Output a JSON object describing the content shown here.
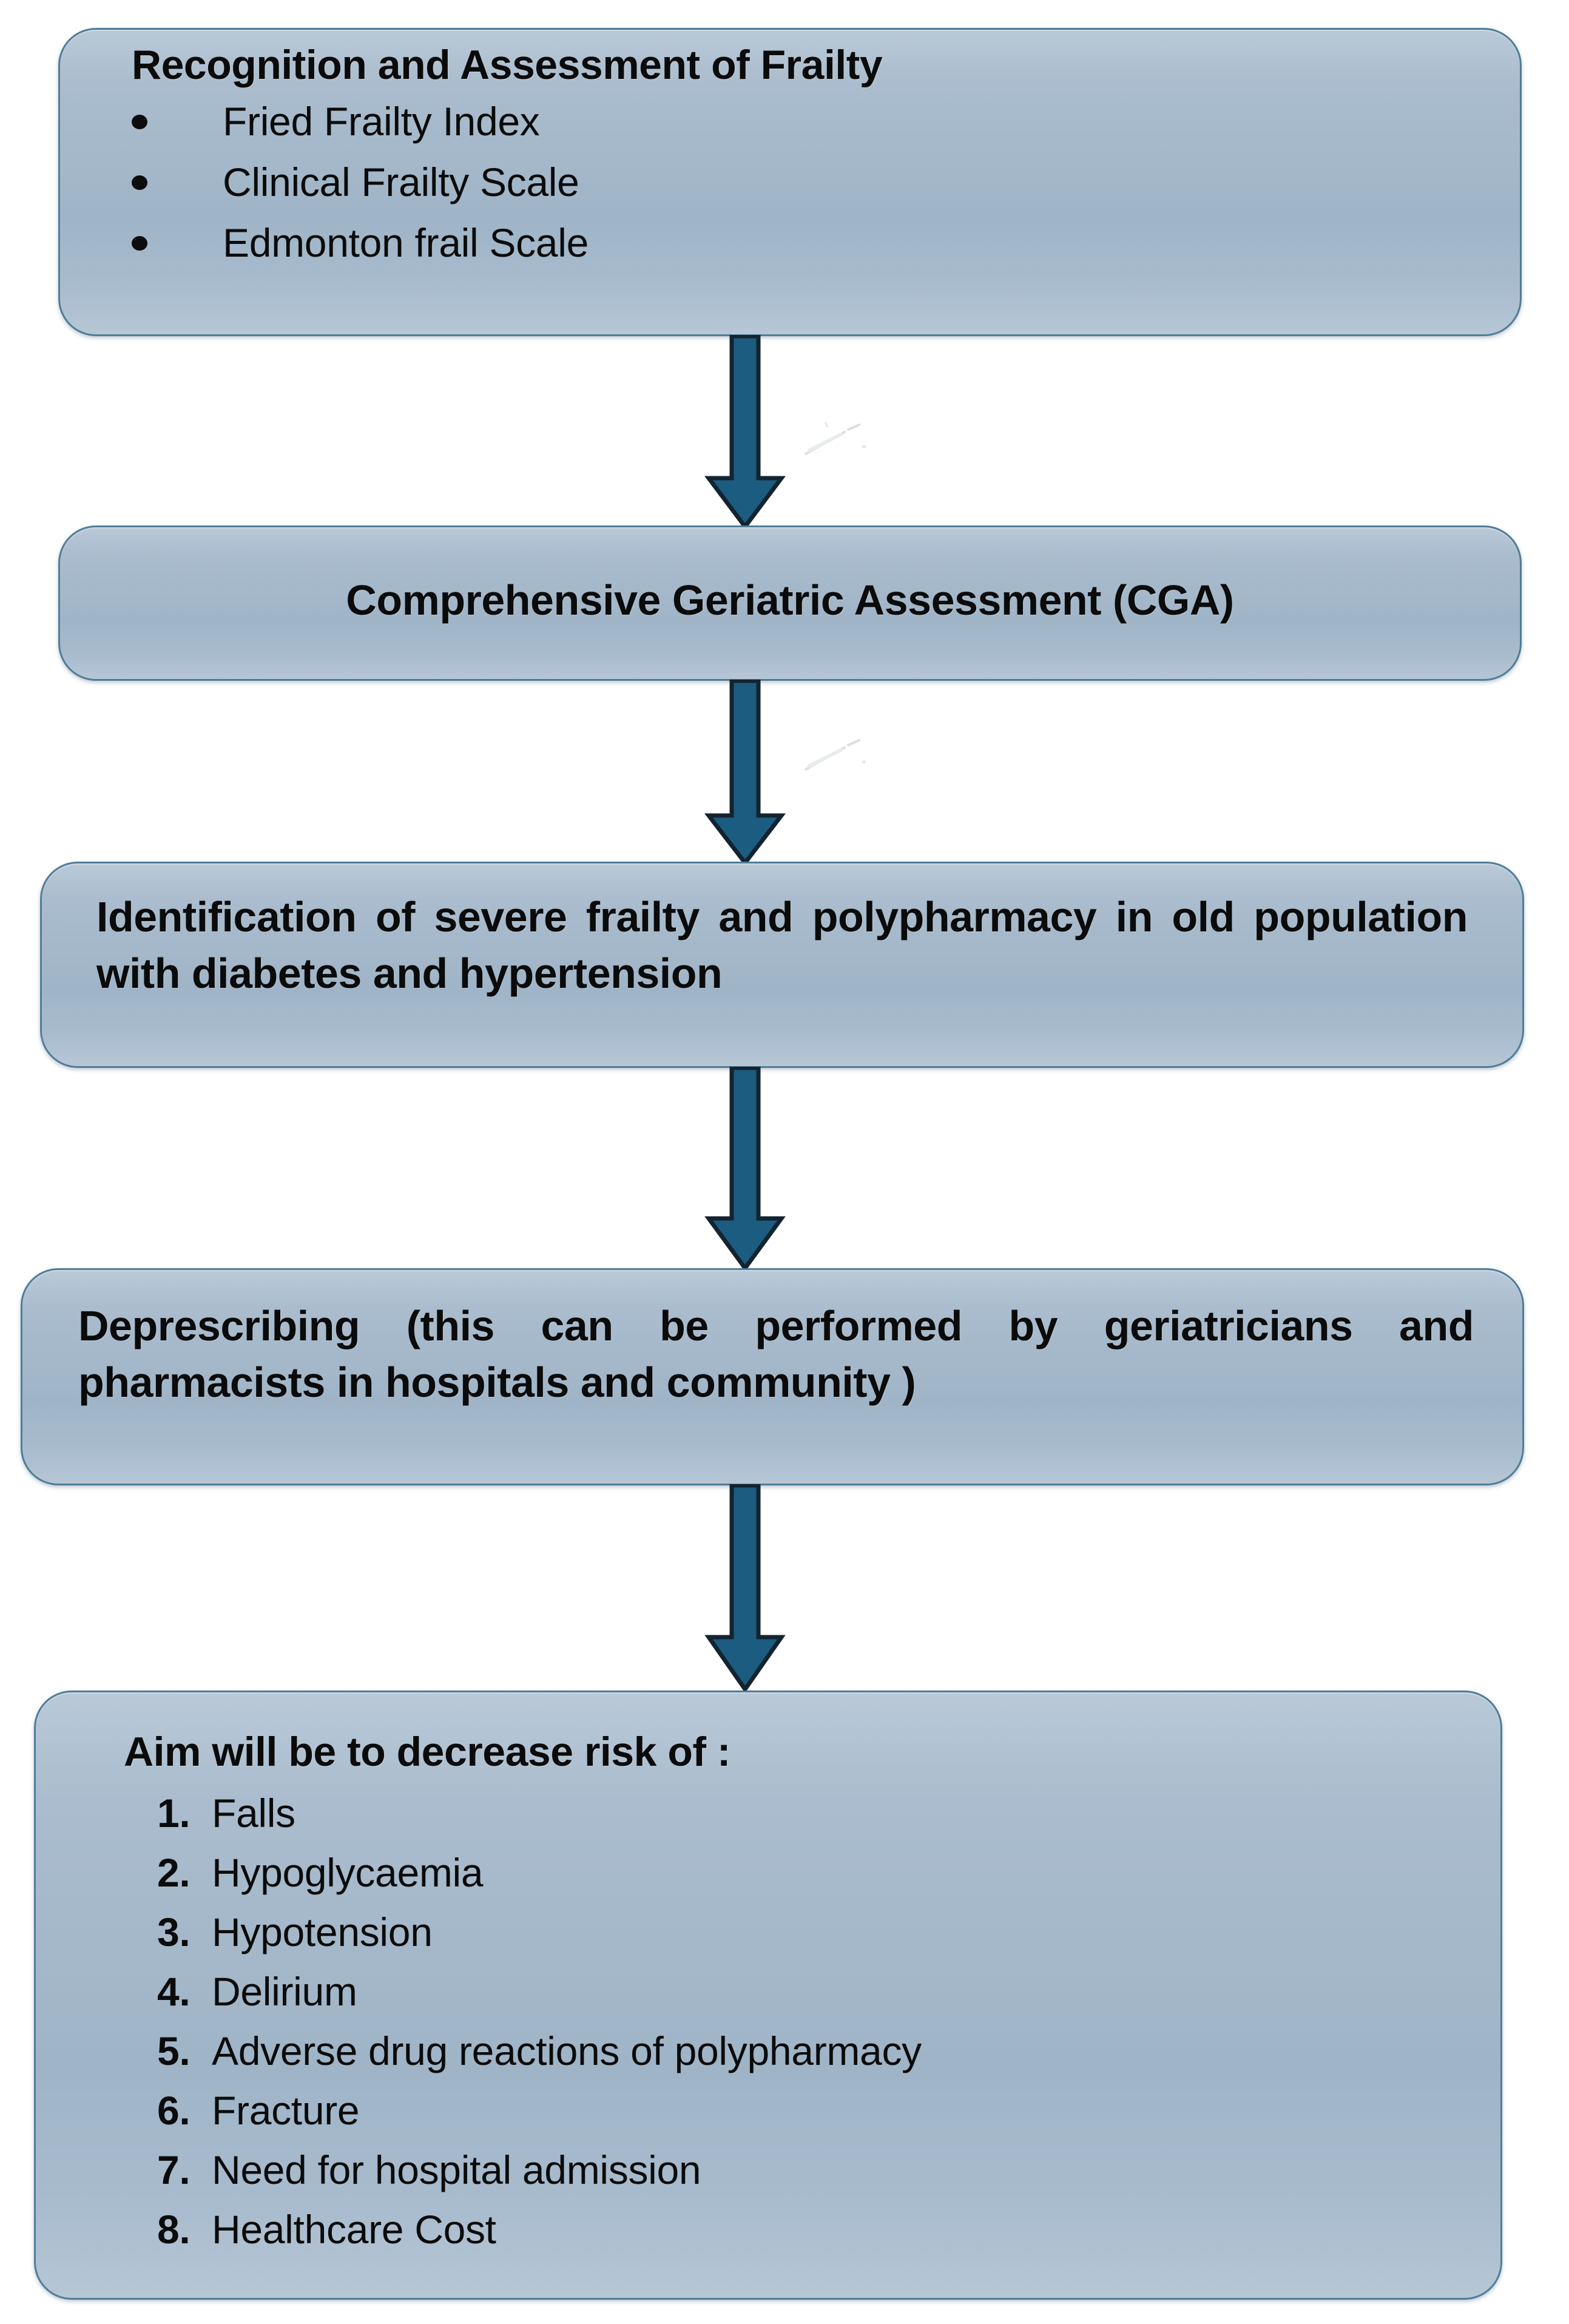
{
  "diagram": {
    "title": "Recognition and Assessment of Frailty flowchart",
    "colors": {
      "box_fill_light": "#b9c9d8",
      "box_fill_mid": "#a3b7c9",
      "box_border": "#4f7d99",
      "arrow_fill": "#1b5c80",
      "arrow_outline": "#13232f",
      "text": "#0b0b0b",
      "background": "#ffffff"
    },
    "nodes": [
      {
        "id": "recognition",
        "heading": "Recognition and Assessment of Frailty",
        "items": [
          "Fried Frailty Index",
          "Clinical Frailty Scale",
          "Edmonton frail Scale"
        ]
      },
      {
        "id": "cga",
        "heading": "Comprehensive Geriatric Assessment (CGA)"
      },
      {
        "id": "identification",
        "text": "Identification of severe frailty and polypharmacy in old population with diabetes and hypertension"
      },
      {
        "id": "deprescribing",
        "text": "Deprescribing (this can be performed by geriatricians and pharmacists in hospitals and community )"
      },
      {
        "id": "aim",
        "heading": "Aim will be to decrease risk of :",
        "items": [
          {
            "number": "1.",
            "label": "Falls"
          },
          {
            "number": "2.",
            "label": "Hypoglycaemia"
          },
          {
            "number": "3.",
            "label": "Hypotension"
          },
          {
            "number": "4.",
            "label": "Delirium"
          },
          {
            "number": "5.",
            "label": "Adverse drug reactions of polypharmacy"
          },
          {
            "number": "6.",
            "label": "Fracture"
          },
          {
            "number": "7.",
            "label": "Need for hospital admission"
          },
          {
            "number": "8.",
            "label": "Healthcare Cost"
          }
        ]
      }
    ],
    "connectors": [
      {
        "id": "arrow-1",
        "from": "recognition",
        "to": "cga"
      },
      {
        "id": "arrow-2",
        "from": "cga",
        "to": "identification"
      },
      {
        "id": "arrow-3",
        "from": "identification",
        "to": "deprescribing"
      },
      {
        "id": "arrow-4",
        "from": "deprescribing",
        "to": "aim"
      }
    ]
  }
}
